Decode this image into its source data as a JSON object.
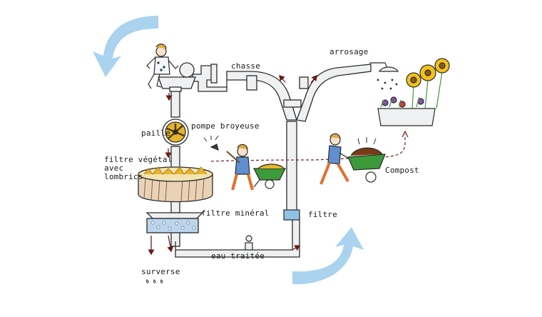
{
  "labels": {
    "chasse": "chasse",
    "arrosage": "arrosage",
    "paille": "paille",
    "pompe": "pompe broyeuse",
    "filtre_vegetal": "filtre végétal\navec\nlombrics",
    "filtre_mineral": "filtre minéral",
    "filtre": "filtre",
    "compost": "Compost",
    "eau_traitee": "eau traitée",
    "surverse": "surverse"
  },
  "colors": {
    "cycle_arrow": "#a9d3ee",
    "pipe_fill": "#eef0f2",
    "pipe_stroke": "#2b2b2b",
    "flow_arrow": "#6b1a1a",
    "compost_path": "#7a1f1f",
    "straw": "#e7b52c",
    "wheelbarrow": "#3d9a3a",
    "filter_blue": "#8fc1e6",
    "flower_yellow": "#f2c21b",
    "flower_purple": "#8a4fb3",
    "person_shirt": "#5f8fd0",
    "person_pants": "#e0702a"
  },
  "icons": [
    "cycle-arrow-icon",
    "toilet-icon",
    "person-icon",
    "pump-icon",
    "plant-filter-icon",
    "mineral-filter-icon",
    "wheelbarrow-icon",
    "shower-head-icon",
    "flower-box-icon",
    "pipe-icon",
    "valve-icon",
    "water-drops-icon",
    "sparkle-icon"
  ]
}
